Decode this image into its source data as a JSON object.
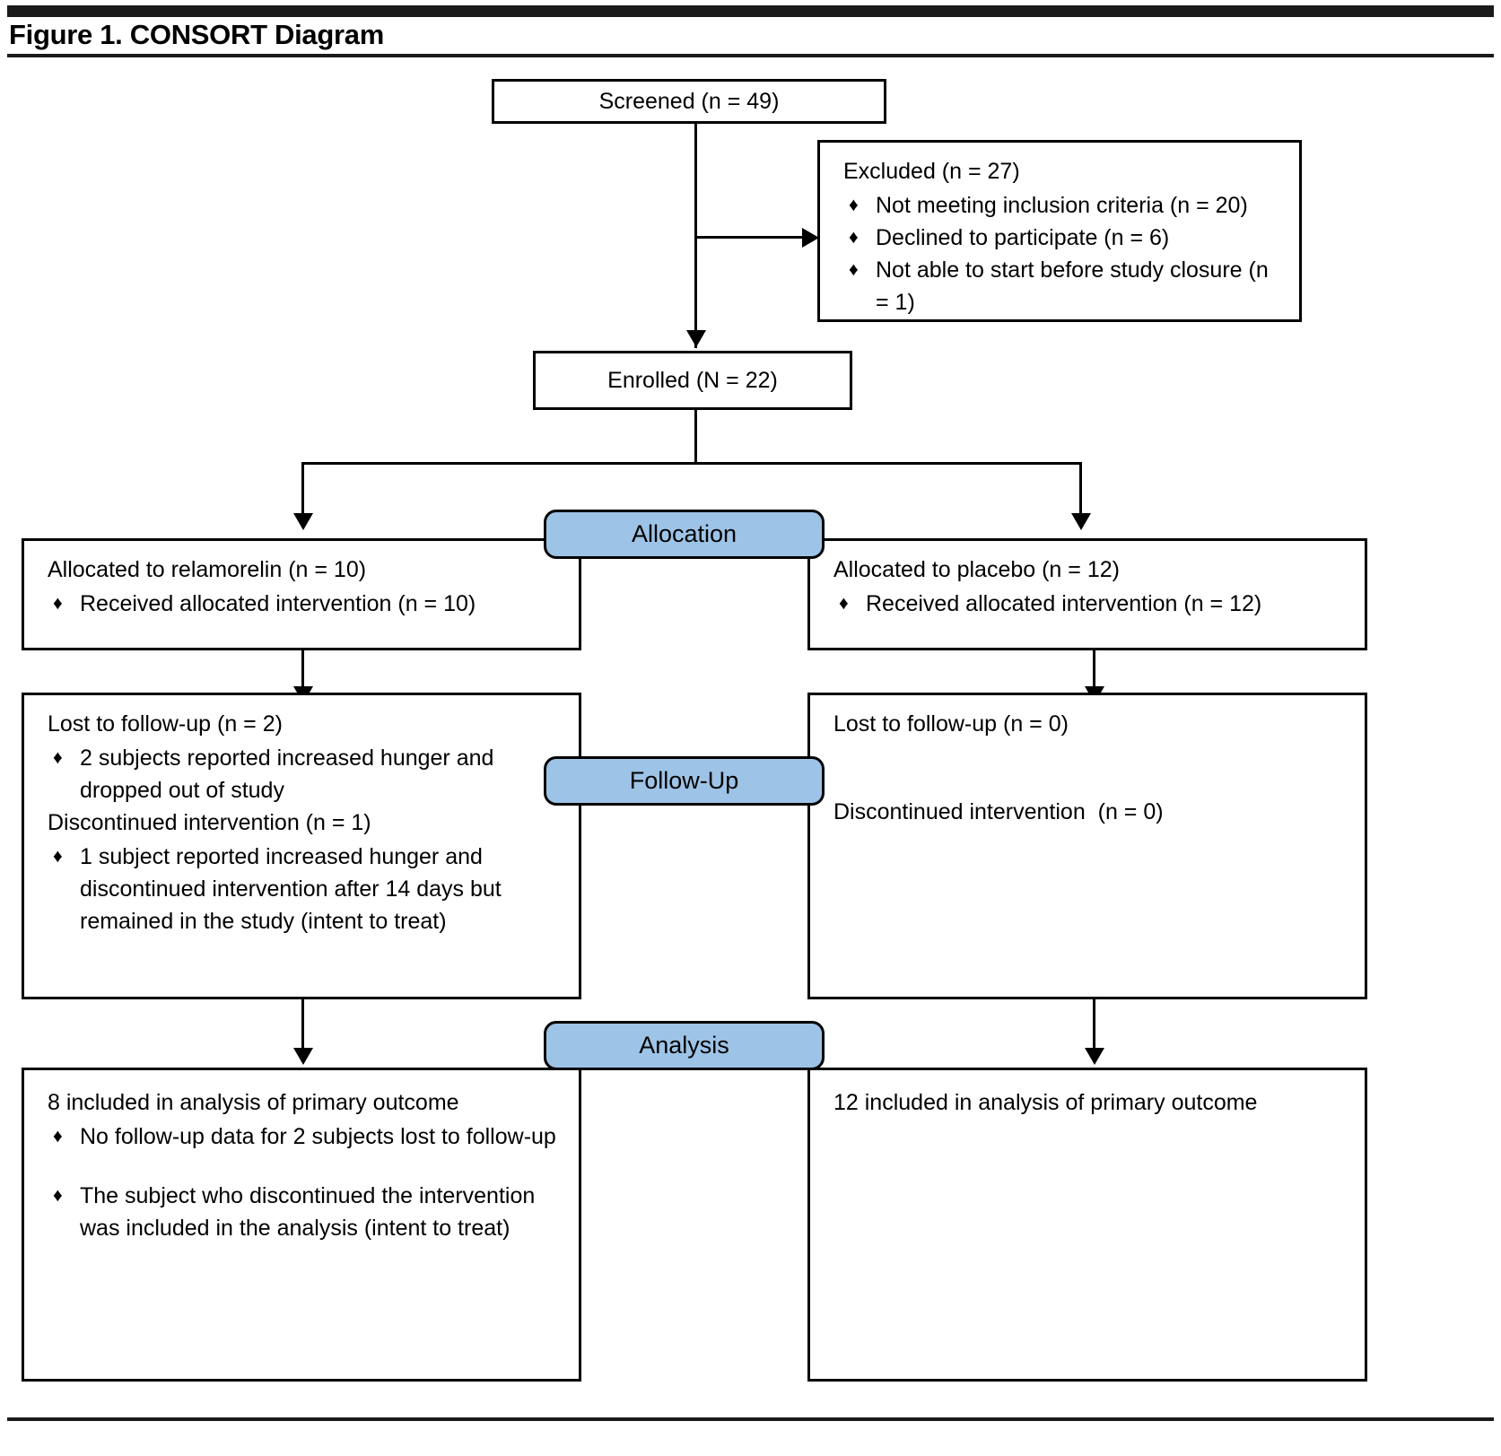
{
  "figure": {
    "title": "Figure 1. CONSORT Diagram"
  },
  "colors": {
    "stage_fill": "#9DC3E6",
    "line": "#000000",
    "background": "#FFFFFF"
  },
  "nodes": {
    "screened": {
      "label": "Screened (n = 49)"
    },
    "excluded": {
      "lead": "Excluded (n = 27)",
      "bullets": [
        "Not meeting inclusion criteria (n = 20)",
        "Declined to participate (n = 6)",
        "Not able to start before study closure (n = 1)"
      ]
    },
    "enrolled": {
      "label": "Enrolled (N = 22)"
    },
    "allocation_left": {
      "lead": "Allocated to relamorelin (n = 10)",
      "bullets": [
        "Received allocated intervention (n = 10)"
      ]
    },
    "allocation_right": {
      "lead": "Allocated to placebo (n = 12)",
      "bullets": [
        "Received allocated intervention (n = 12)"
      ]
    },
    "followup_left": {
      "lead1": "Lost to follow-up (n = 2)",
      "bullets1": [
        "2 subjects reported increased hunger and dropped out of study"
      ],
      "lead2": "Discontinued intervention (n = 1)",
      "bullets2": [
        "1 subject reported increased hunger and discontinued intervention after 14 days but remained in the study (intent to treat)"
      ]
    },
    "followup_right": {
      "lead1": "Lost to follow-up (n = 0)",
      "lead2": "Discontinued intervention  (n = 0)"
    },
    "analysis_left": {
      "lead": "8 included in analysis of primary outcome",
      "bullets": [
        "No follow‑up data for 2 subjects lost to follow-up",
        "The subject who discontinued the intervention was included in the analysis (intent to treat)"
      ]
    },
    "analysis_right": {
      "lead": "12 included in analysis of primary outcome"
    }
  },
  "stages": [
    {
      "label": "Allocation"
    },
    {
      "label": "Follow-Up"
    },
    {
      "label": "Analysis"
    }
  ],
  "icons": {
    "bullet": "♦"
  }
}
